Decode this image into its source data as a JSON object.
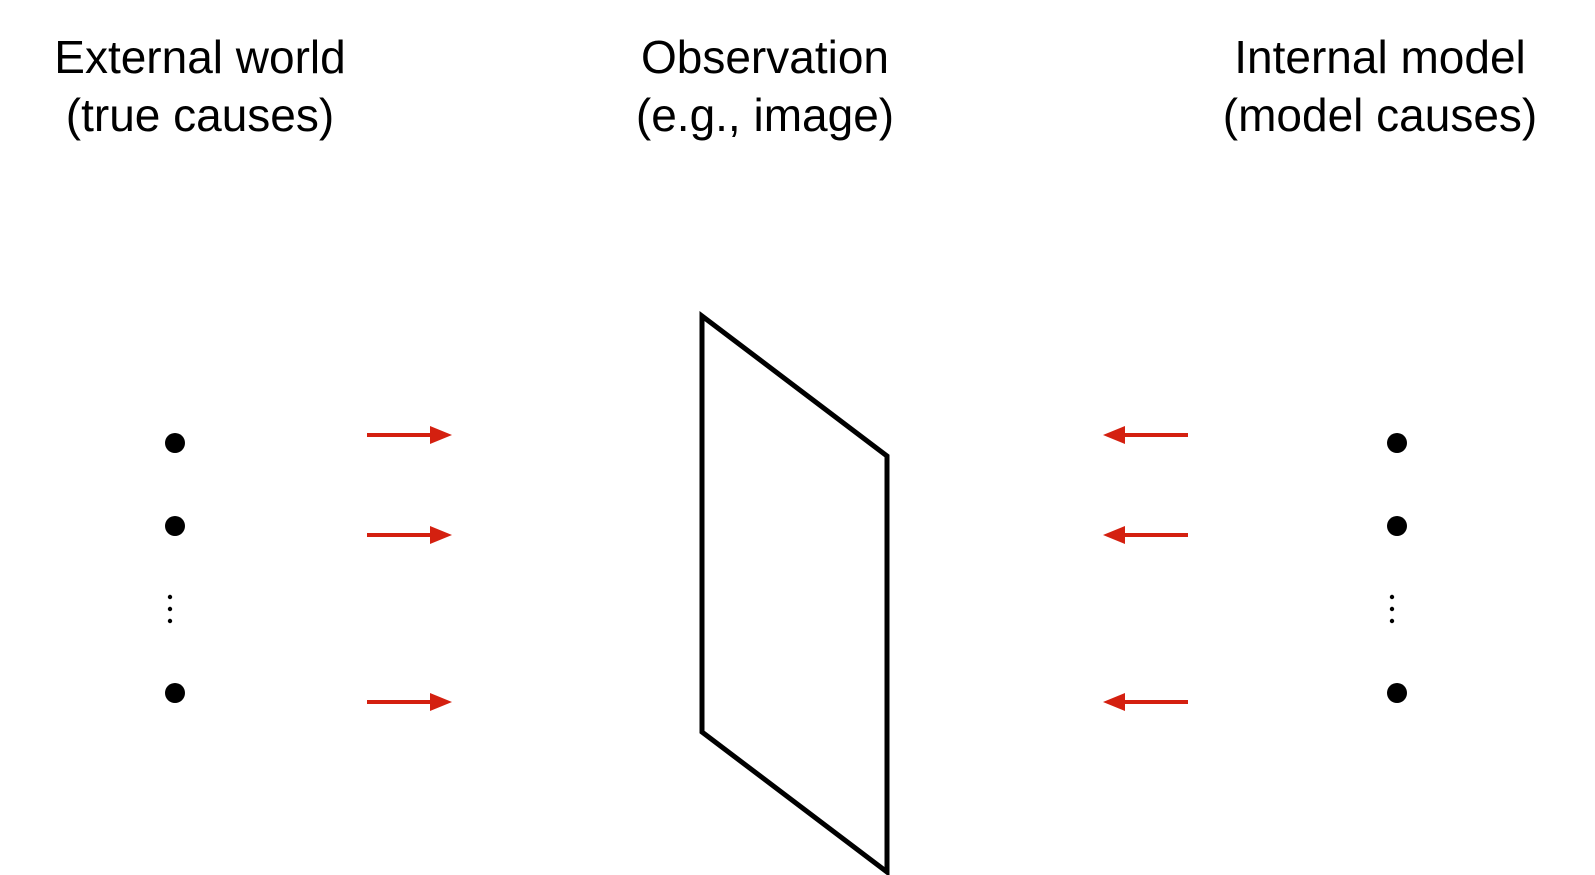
{
  "headings": {
    "left": {
      "line1": "External world",
      "line2": "(true causes)"
    },
    "center": {
      "line1": "Observation",
      "line2": "(e.g., image)"
    },
    "right": {
      "line1": "Internal model",
      "line2": "(model causes)"
    }
  },
  "colors": {
    "arrow": "#d42010",
    "ink": "#000000",
    "background": "#ffffff"
  },
  "causes": {
    "left_count_shown": 3,
    "right_count_shown": 3,
    "ellipsis_icon": "vertical-ellipsis-icon"
  },
  "arrows": {
    "left_direction": "right",
    "right_direction": "left",
    "left_count": 3,
    "right_count": 3
  },
  "observation_icon": "image-plane-icon"
}
